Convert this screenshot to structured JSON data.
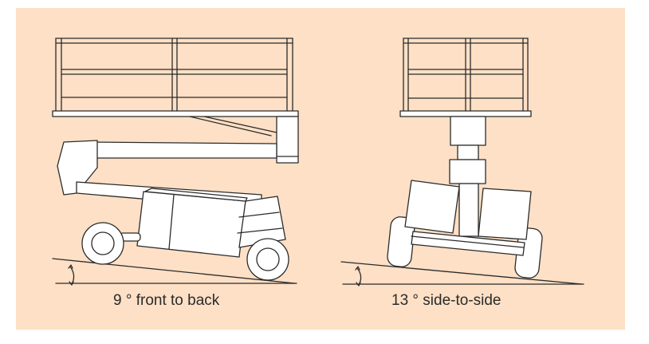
{
  "panel": {
    "background": "#fde0c6",
    "line_color": "#2b2b2b"
  },
  "left_figure": {
    "caption": "9 ° front to back",
    "subject": "boom lift on slope, side view"
  },
  "right_figure": {
    "caption": "13 ° side-to-side",
    "subject": "boom lift on slope, front view"
  }
}
